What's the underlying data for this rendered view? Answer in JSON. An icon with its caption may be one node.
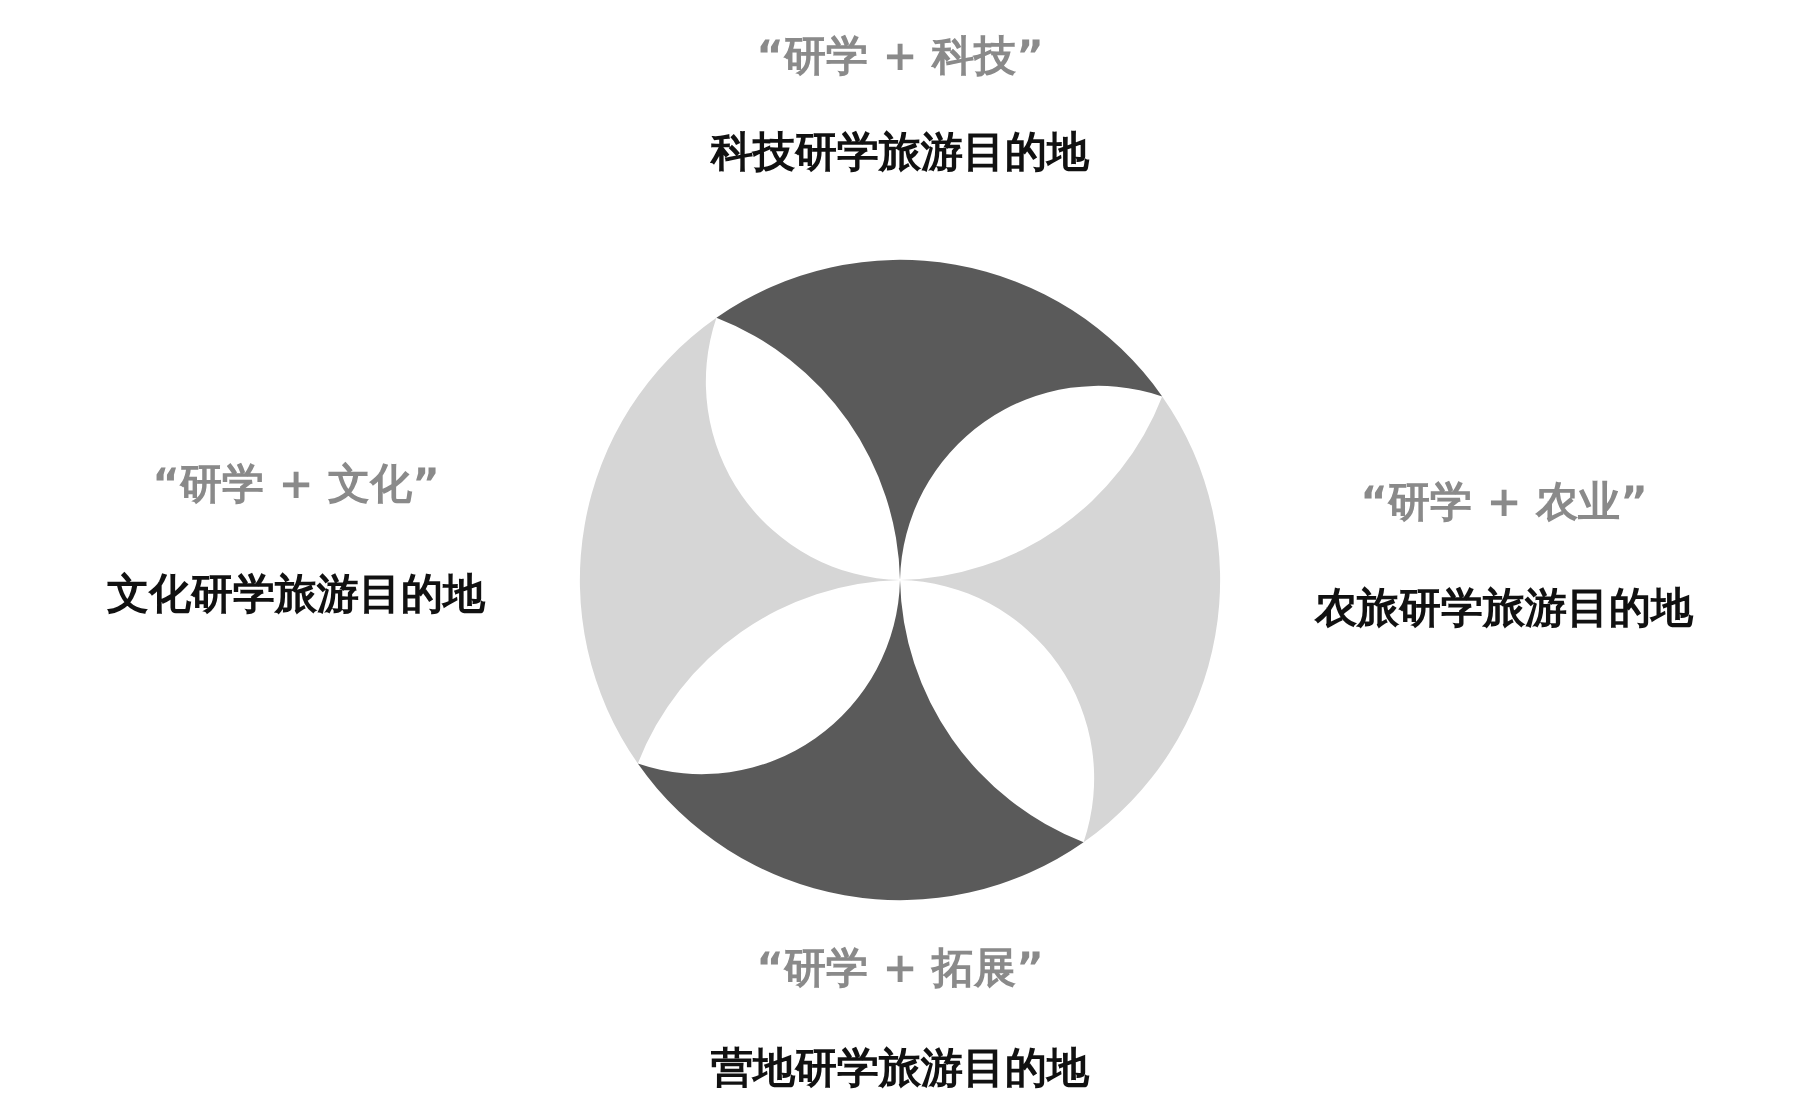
{
  "diagram": {
    "nodes": [
      {
        "text": [],
        "shape": "segment",
        "beside": [
          "“研学 + 科技”",
          "科技研学旅游目的地"
        ]
      },
      {
        "text": [],
        "shape": "segment",
        "beside": [
          "“研学 + 文化”",
          "文化研学旅游目的地"
        ]
      },
      {
        "text": [],
        "shape": "segment",
        "beside": [
          "“研学 + 农业”",
          "农旅研学旅游目的地"
        ]
      },
      {
        "text": [],
        "shape": "segment",
        "beside": [
          "“研学 + 拓展”",
          "营地研学旅游目的地"
        ]
      }
    ]
  }
}
